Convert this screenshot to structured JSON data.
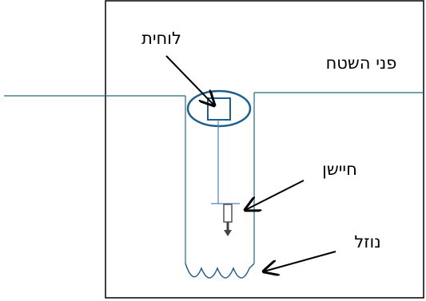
{
  "labels": {
    "surface": "פני השטח",
    "board": "לוחית",
    "sensor": "חיישן",
    "liquid": "נוזל"
  },
  "colors": {
    "outline": "#000000",
    "ground_line": "#1f6b7a",
    "well_line": "#1f6b7a",
    "sensor_line": "#4f81bd",
    "component": "#1f5f8b",
    "probe": "#555555"
  }
}
